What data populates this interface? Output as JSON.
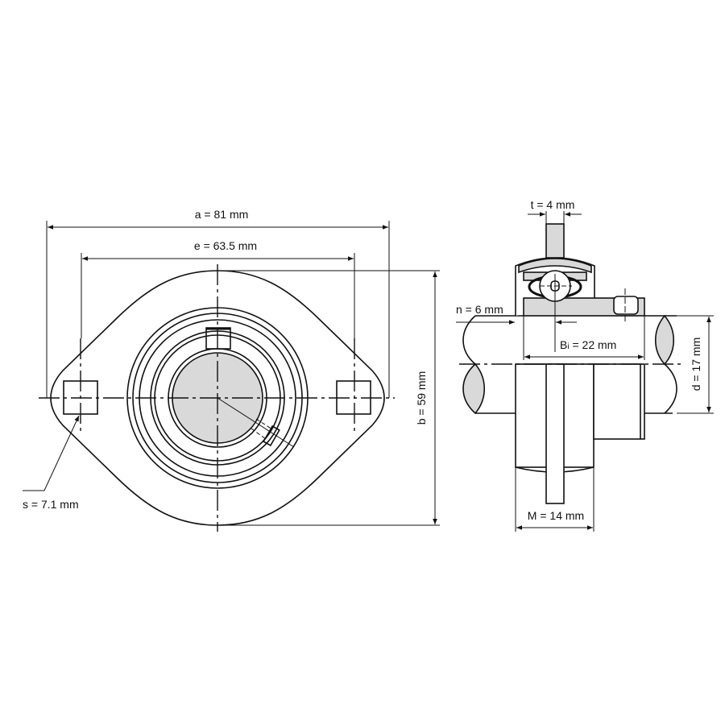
{
  "title": "Two-bolt flange bearing unit dimension drawing",
  "colors": {
    "line": "#111111",
    "fill": "#d9d9d9",
    "background": "#ffffff"
  },
  "front_view": {
    "dim_a": "a = 81 mm",
    "dim_e": "e = 63.5 mm",
    "dim_b": "b = 59 mm",
    "dim_s": "s = 7.1 mm"
  },
  "side_view": {
    "dim_t": "t = 4 mm",
    "dim_n": "n = 6 mm",
    "dim_bi_main": "B",
    "dim_bi_sub": "i",
    "dim_bi_value": " = 22 mm",
    "dim_d": "d = 17 mm",
    "dim_m": "M = 14 mm"
  }
}
